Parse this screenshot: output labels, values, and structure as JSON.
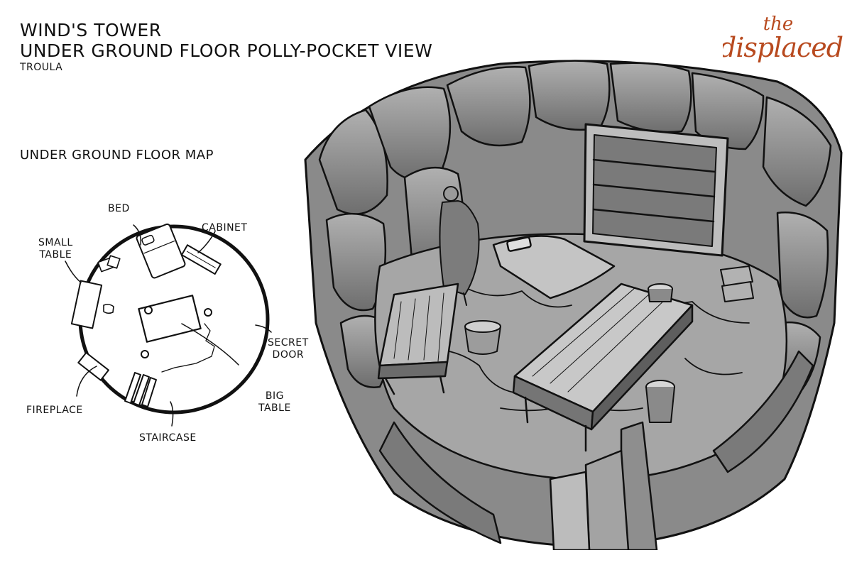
{
  "header": {
    "title_line1": "WIND'S TOWER",
    "title_line2": "UNDER GROUND FLOOR POLLY-POCKET VIEW",
    "author": "TROULA"
  },
  "logo": {
    "word_top": "the",
    "word_main": "displaced",
    "color": "#b84a1f"
  },
  "map": {
    "heading": "UNDER GROUND FLOOR MAP",
    "labels": {
      "bed": "BED",
      "cabinet": "CABINET",
      "small_table_1": "SMALL",
      "small_table_2": "TABLE",
      "secret_door_1": "SECRET",
      "secret_door_2": "DOOR",
      "big_table_1": "BIG",
      "big_table_2": "TABLE",
      "fireplace": "FIREPLACE",
      "staircase": "STAIRCASE"
    }
  },
  "colors": {
    "ink": "#111111",
    "stone": "#8c8c8c",
    "stone_light": "#b7b7b7",
    "stone_dark": "#5e5e5e",
    "floor": "#a3a3a3"
  }
}
